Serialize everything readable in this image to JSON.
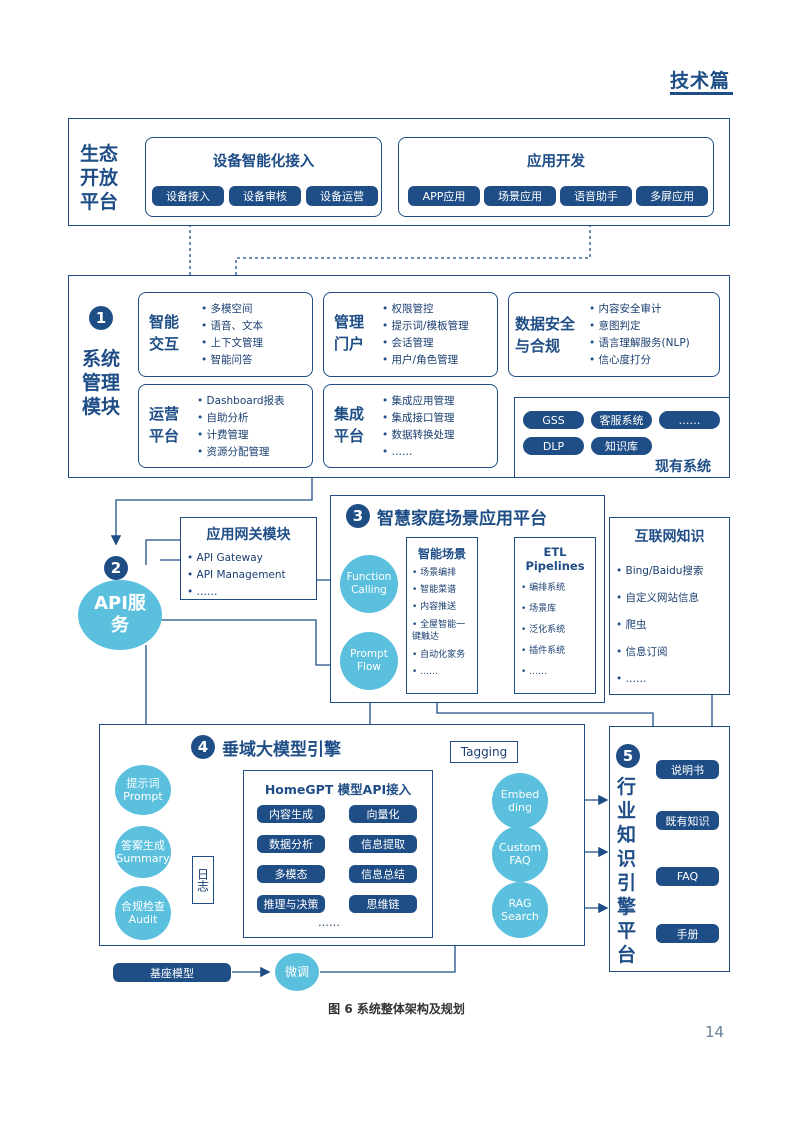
{
  "header": {
    "section_label": "技术篇"
  },
  "ecosystem": {
    "title": "生态开放平台",
    "device_access": {
      "title": "设备智能化接入",
      "items": [
        "设备接入",
        "设备审核",
        "设备运营"
      ]
    },
    "app_dev": {
      "title": "应用开发",
      "items": [
        "APP应用",
        "场景应用",
        "语音助手",
        "多屏应用"
      ]
    }
  },
  "sysmgmt": {
    "number": "1",
    "title": "系统管理模块",
    "smart_interaction": {
      "title": "智能交互",
      "items": [
        "多模空间",
        "语音、文本",
        "上下文管理",
        "智能问答"
      ]
    },
    "portal": {
      "title": "管理门户",
      "items": [
        "权限管控",
        "提示词/模板管理",
        "会话管理",
        "用户/角色管理"
      ]
    },
    "security": {
      "title": "数据安全与合规",
      "items": [
        "内容安全审计",
        "意图判定",
        "语言理解服务(NLP)",
        "信心度打分"
      ]
    },
    "operation": {
      "title": "运营平台",
      "items": [
        "Dashboard报表",
        "自助分析",
        "计费管理",
        "资源分配管理"
      ]
    },
    "integration": {
      "title": "集成平台",
      "items": [
        "集成应用管理",
        "集成接口管理",
        "数据转换处理",
        "……"
      ]
    }
  },
  "existing": {
    "title": "现有系统",
    "items": [
      "GSS",
      "客服系统",
      "……",
      "DLP",
      "知识库"
    ]
  },
  "api": {
    "number": "2",
    "circle_label": "API服务",
    "gateway": {
      "title": "应用网关模块",
      "items": [
        "API Gateway",
        "API Management",
        "……"
      ]
    }
  },
  "smarthome": {
    "number": "3",
    "title": "智慧家庭场景应用平台",
    "function_calling": "Function Calling",
    "prompt_flow": "Prompt Flow",
    "scenes": {
      "title": "智能场景",
      "items": [
        "场景编排",
        "智能菜谱",
        "内容推送",
        "全屋智能一键触达",
        "自动化家务",
        "……"
      ]
    },
    "etl": {
      "title": "ETL Pipelines",
      "items": [
        "编排系统",
        "场景库",
        "泛化系统",
        "插件系统",
        "……"
      ]
    }
  },
  "internet": {
    "title": "互联网知识",
    "items": [
      "Bing/Baidu搜索",
      "自定义网站信息",
      "爬虫",
      "信息订阅",
      "……"
    ]
  },
  "engine": {
    "number": "4",
    "title": "垂域大模型引擎",
    "tagging": "Tagging",
    "left_circles": [
      "提示词 Prompt",
      "答案生成 Summary",
      "合规检查 Audit"
    ],
    "log": "日志",
    "api_title": "HomeGPT 模型API接入",
    "api_items": [
      "内容生成",
      "向量化",
      "数据分析",
      "信息提取",
      "多模态",
      "信息总结",
      "推理与决策",
      "思维链"
    ],
    "api_more": "……",
    "right_circles": [
      "Embed ding",
      "Custom FAQ",
      "RAG Search"
    ]
  },
  "industry": {
    "number": "5",
    "title": "行业知识引擎平台",
    "items": [
      "说明书",
      "既有知识",
      "FAQ",
      "手册"
    ]
  },
  "base": {
    "base_model": "基座模型",
    "finetune": "微调"
  },
  "caption": "图 6 系统整体架构及规划",
  "page_number": "14",
  "colors": {
    "navy": "#1f4e87",
    "cyan": "#5bc0de"
  }
}
